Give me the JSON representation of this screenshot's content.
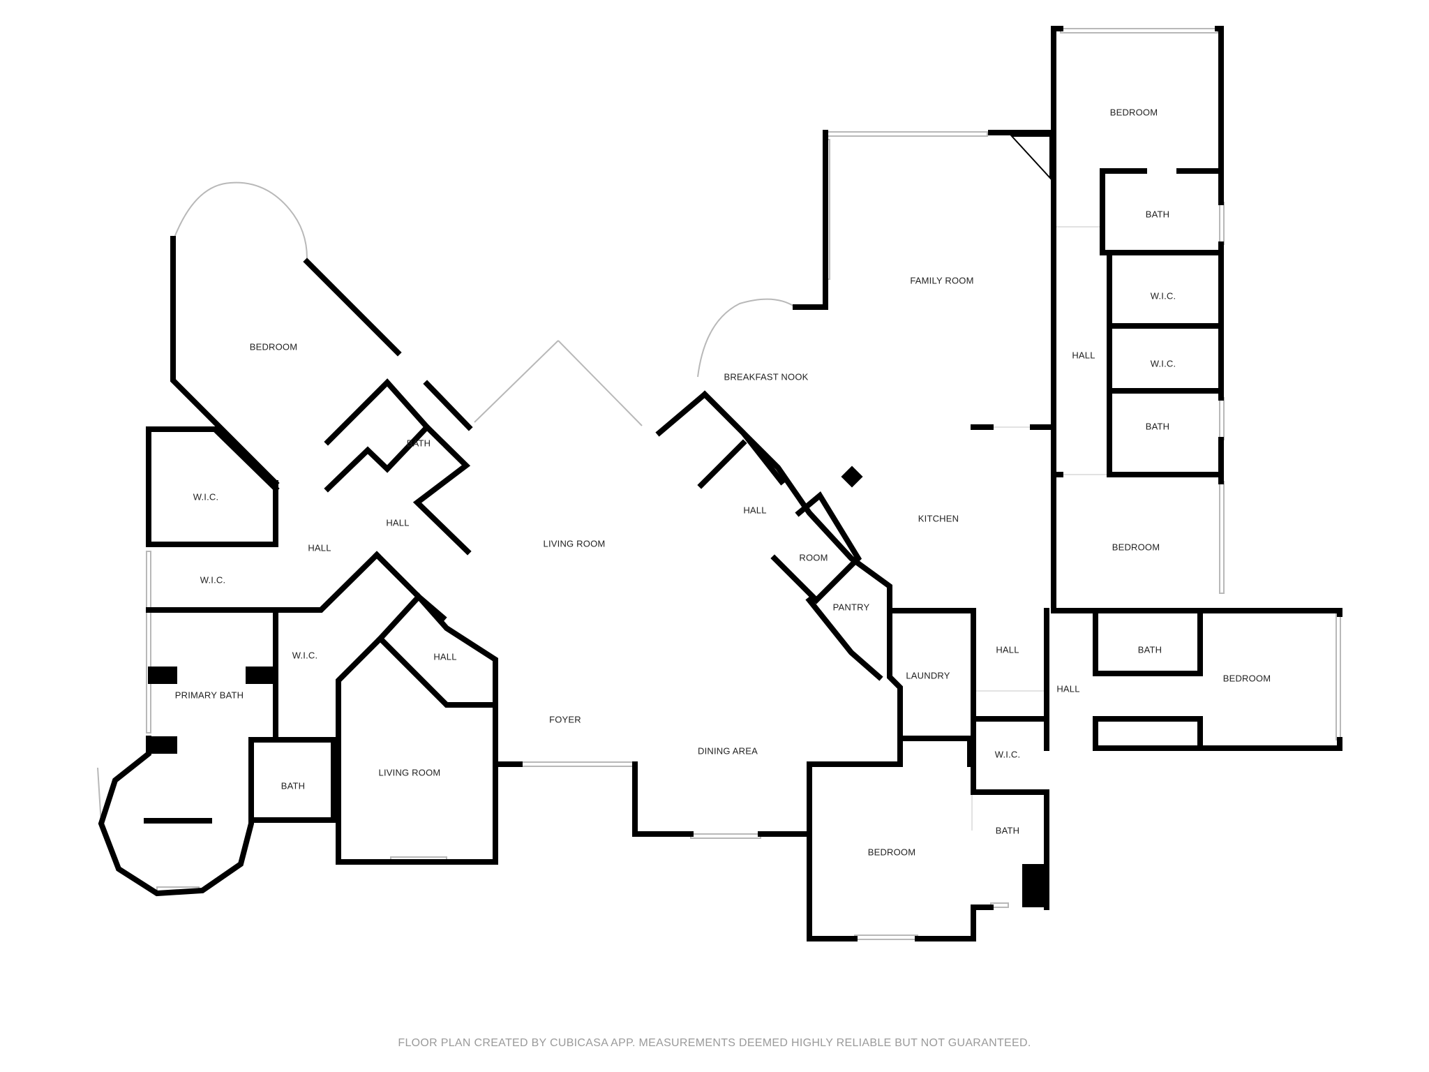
{
  "rooms": [
    {
      "id": "bedroom-nw",
      "label": "BEDROOM"
    },
    {
      "id": "bath-center-left",
      "label": "BATH"
    },
    {
      "id": "hall-center-left",
      "label": "HALL"
    },
    {
      "id": "wic-left-top",
      "label": "W.I.C."
    },
    {
      "id": "wic-left-mid",
      "label": "W.I.C."
    },
    {
      "id": "hall-left",
      "label": "HALL"
    },
    {
      "id": "wic-left-low",
      "label": "W.I.C."
    },
    {
      "id": "primary-bath",
      "label": "PRIMARY BATH"
    },
    {
      "id": "bath-left-low",
      "label": "BATH"
    },
    {
      "id": "living-room-small",
      "label": "LIVING ROOM"
    },
    {
      "id": "hall-lower-center",
      "label": "HALL"
    },
    {
      "id": "living-room-main",
      "label": "LIVING ROOM"
    },
    {
      "id": "foyer",
      "label": "FOYER"
    },
    {
      "id": "dining-area",
      "label": "DINING AREA"
    },
    {
      "id": "breakfast-nook",
      "label": "BREAKFAST NOOK"
    },
    {
      "id": "hall-center",
      "label": "HALL"
    },
    {
      "id": "room-small",
      "label": "ROOM"
    },
    {
      "id": "pantry",
      "label": "PANTRY"
    },
    {
      "id": "family-room",
      "label": "FAMILY ROOM"
    },
    {
      "id": "kitchen",
      "label": "KITCHEN"
    },
    {
      "id": "laundry",
      "label": "LAUNDRY"
    },
    {
      "id": "hall-laundry",
      "label": "HALL"
    },
    {
      "id": "wic-bottom",
      "label": "W.I.C."
    },
    {
      "id": "bath-bottom",
      "label": "BATH"
    },
    {
      "id": "bedroom-bottom",
      "label": "BEDROOM"
    },
    {
      "id": "bedroom-ne",
      "label": "BEDROOM"
    },
    {
      "id": "bath-ne-top",
      "label": "BATH"
    },
    {
      "id": "wic-ne-top",
      "label": "W.I.C."
    },
    {
      "id": "wic-ne-low",
      "label": "W.I.C."
    },
    {
      "id": "bath-ne-low",
      "label": "BATH"
    },
    {
      "id": "hall-east",
      "label": "HALL"
    },
    {
      "id": "bedroom-east",
      "label": "BEDROOM"
    },
    {
      "id": "hall-east-low",
      "label": "HALL"
    },
    {
      "id": "bath-se",
      "label": "BATH"
    },
    {
      "id": "bedroom-se",
      "label": "BEDROOM"
    }
  ],
  "footer": "FLOOR PLAN CREATED BY CUBICASA APP. MEASUREMENTS DEEMED HIGHLY RELIABLE BUT NOT GUARANTEED.",
  "colors": {
    "wall": "#000000",
    "window": "#b8b8b8",
    "label": "#222222",
    "footer": "#9a9a9a"
  }
}
